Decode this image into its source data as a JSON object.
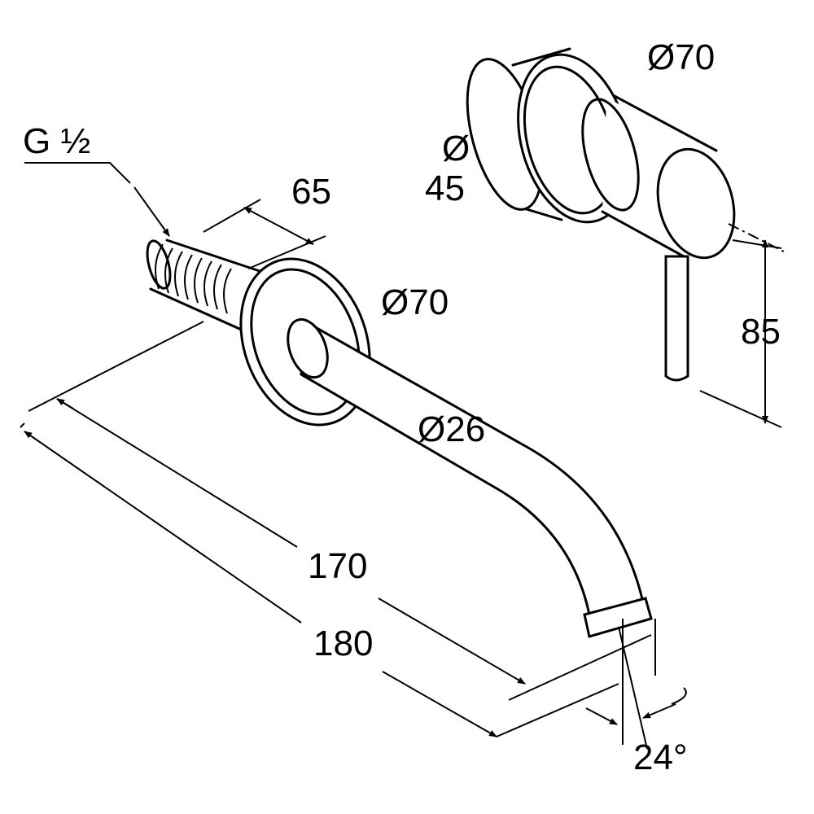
{
  "labels": {
    "thread": "G ½",
    "flange_offset": "65",
    "mixer_rosette": "Ø70",
    "mixer_body_symbol": "Ø",
    "mixer_body": "45",
    "spout_rosette": "Ø70",
    "lever_height": "85",
    "spout_diameter": "Ø26",
    "projection_inner": "170",
    "projection_outer": "180",
    "outlet_angle": "24°"
  },
  "colors": {
    "line": "#000000",
    "background": "#ffffff"
  }
}
